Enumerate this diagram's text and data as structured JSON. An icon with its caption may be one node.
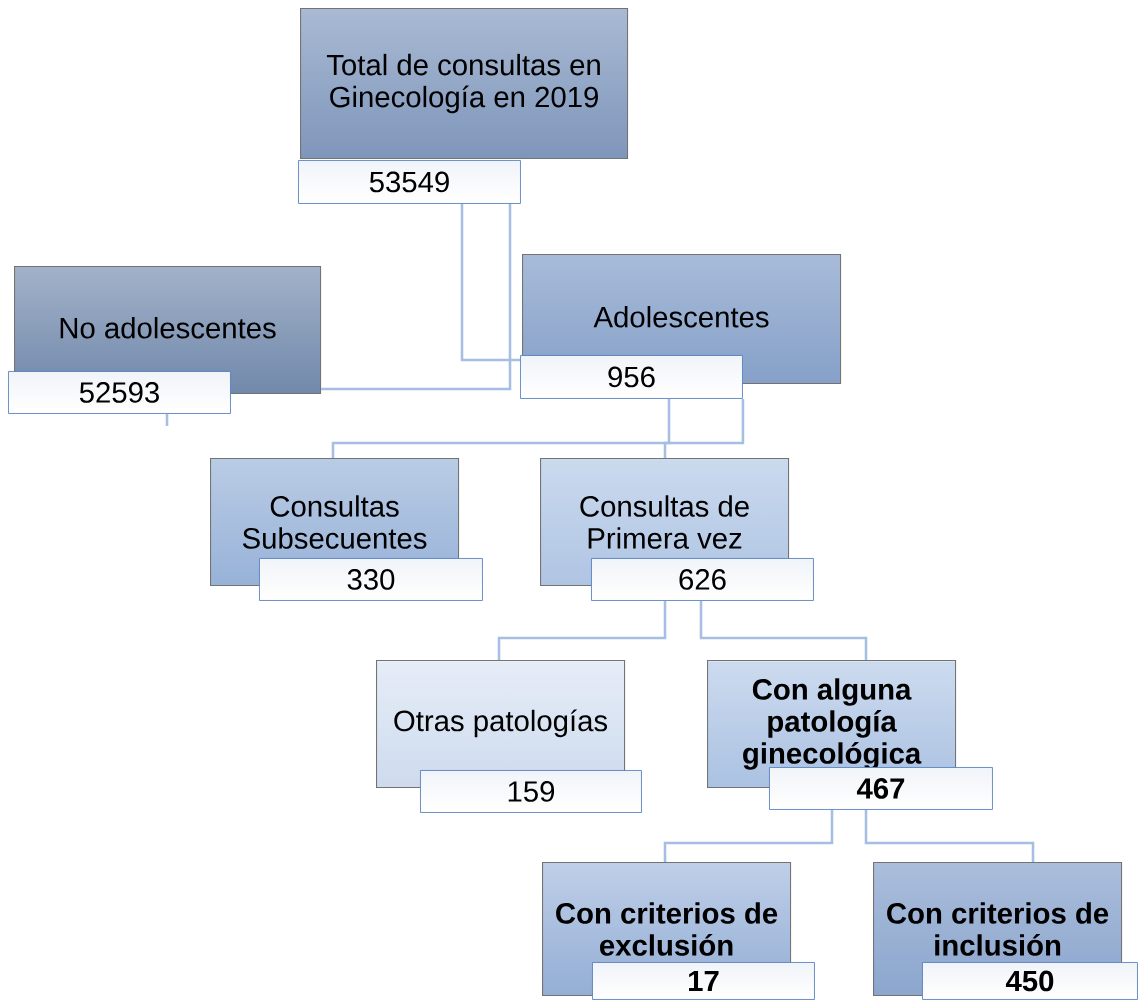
{
  "diagram": {
    "nodes": [
      {
        "text": [
          "Total de consultas en Ginecología en 2019"
        ]
      },
      {
        "text": [
          "53549"
        ]
      },
      {
        "text": [
          "No adolescentes"
        ]
      },
      {
        "text": [
          "52593"
        ]
      },
      {
        "text": [
          "Adolescentes"
        ]
      },
      {
        "text": [
          "956"
        ]
      },
      {
        "text": [
          "Consultas Subsecuentes"
        ]
      },
      {
        "text": [
          "330"
        ]
      },
      {
        "text": [
          "Consultas de Primera vez"
        ]
      },
      {
        "text": [
          "626"
        ]
      },
      {
        "text": [
          "Otras patologías"
        ]
      },
      {
        "text": [
          "159"
        ]
      },
      {
        "text": [
          "Con alguna patología ginecológica"
        ]
      },
      {
        "text": [
          "467"
        ]
      },
      {
        "text": [
          "Con criterios de exclusión"
        ]
      },
      {
        "text": [
          "17"
        ]
      },
      {
        "text": [
          "Con criterios de inclusión"
        ]
      },
      {
        "text": [
          "450"
        ]
      }
    ],
    "edges": [
      {
        "from": 1,
        "to": 2,
        "arrow": "none"
      },
      {
        "from": 1,
        "to": 5,
        "arrow": "none"
      },
      {
        "from": 3,
        "to": null,
        "arrow": "none"
      },
      {
        "from": 5,
        "to": 6,
        "arrow": "none"
      },
      {
        "from": 5,
        "to": 8,
        "arrow": "none"
      },
      {
        "from": 9,
        "to": 10,
        "arrow": "none"
      },
      {
        "from": 9,
        "to": 12,
        "arrow": "none"
      },
      {
        "from": 13,
        "to": 14,
        "arrow": "none"
      },
      {
        "from": 13,
        "to": 16,
        "arrow": "none"
      }
    ]
  }
}
